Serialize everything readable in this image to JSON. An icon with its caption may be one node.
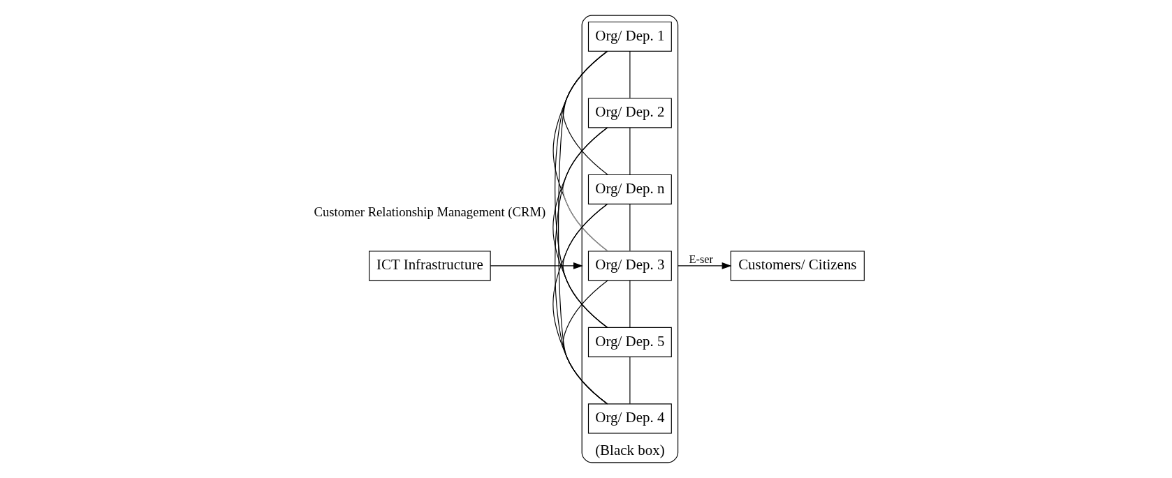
{
  "diagram": {
    "nodes": [
      {
        "text": [
          "ICT Infrastructure"
        ]
      },
      {
        "text": [
          "(Black box)"
        ]
      },
      {
        "text": [
          "Org/ Dep. 1"
        ],
        "in": 1
      },
      {
        "text": [
          "Org/ Dep. 2"
        ],
        "in": 1
      },
      {
        "text": [
          "Org/ Dep. n"
        ],
        "in": 1
      },
      {
        "text": [
          "Org/ Dep. 3"
        ],
        "in": 1
      },
      {
        "text": [
          "Org/ Dep. 5"
        ],
        "in": 1
      },
      {
        "text": [
          "Org/ Dep. 4"
        ],
        "in": 1
      },
      {
        "text": [
          "Customers/ Citizens"
        ]
      }
    ],
    "edges": [
      {
        "from": 0,
        "to": 1,
        "arrow": "to"
      },
      {
        "from": 1,
        "to": 8,
        "arrow": "to",
        "label": "E-ser"
      },
      {
        "from": 2,
        "to": 3,
        "arrow": "none"
      },
      {
        "from": 2,
        "to": 4,
        "arrow": "none"
      },
      {
        "from": 2,
        "to": 5,
        "arrow": "none"
      },
      {
        "from": 2,
        "to": 6,
        "arrow": "none"
      },
      {
        "from": 2,
        "to": 7,
        "arrow": "none"
      },
      {
        "from": 3,
        "to": 4,
        "arrow": "none"
      },
      {
        "from": 3,
        "to": 5,
        "arrow": "none",
        "color": "#999999"
      },
      {
        "from": 3,
        "to": 6,
        "arrow": "none"
      },
      {
        "from": 3,
        "to": 7,
        "arrow": "none"
      },
      {
        "from": 4,
        "to": 5,
        "arrow": "none"
      },
      {
        "from": 4,
        "to": 6,
        "arrow": "none"
      },
      {
        "from": 4,
        "to": 7,
        "arrow": "none"
      },
      {
        "from": 5,
        "to": 6,
        "arrow": "none"
      },
      {
        "from": 5,
        "to": 7,
        "arrow": "none"
      },
      {
        "from": 6,
        "to": 7,
        "arrow": "none"
      }
    ],
    "labels": [
      "Customer Relationship Management (CRM)"
    ]
  }
}
